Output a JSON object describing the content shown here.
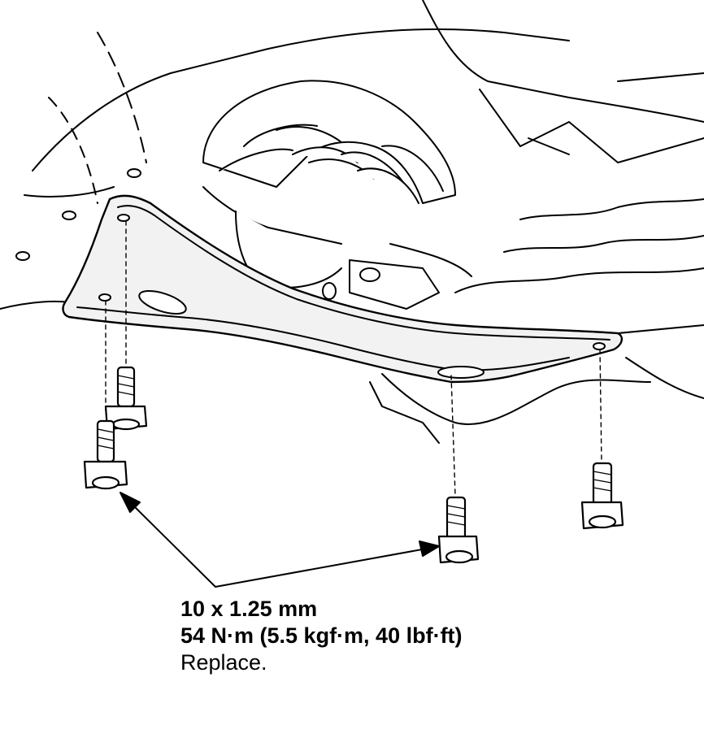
{
  "callout": {
    "size": "10 x 1.25 mm",
    "torque": "54 N·m (5.5 kgf·m, 40 lbf·ft)",
    "note": "Replace."
  },
  "colors": {
    "ink": "#000000",
    "paper": "#ffffff",
    "fill_light": "#f2f2f2"
  },
  "parts": [
    "subframe-bracket",
    "engine-block",
    "exhaust-pipe",
    "flange-bolt",
    "leader-arrow"
  ]
}
